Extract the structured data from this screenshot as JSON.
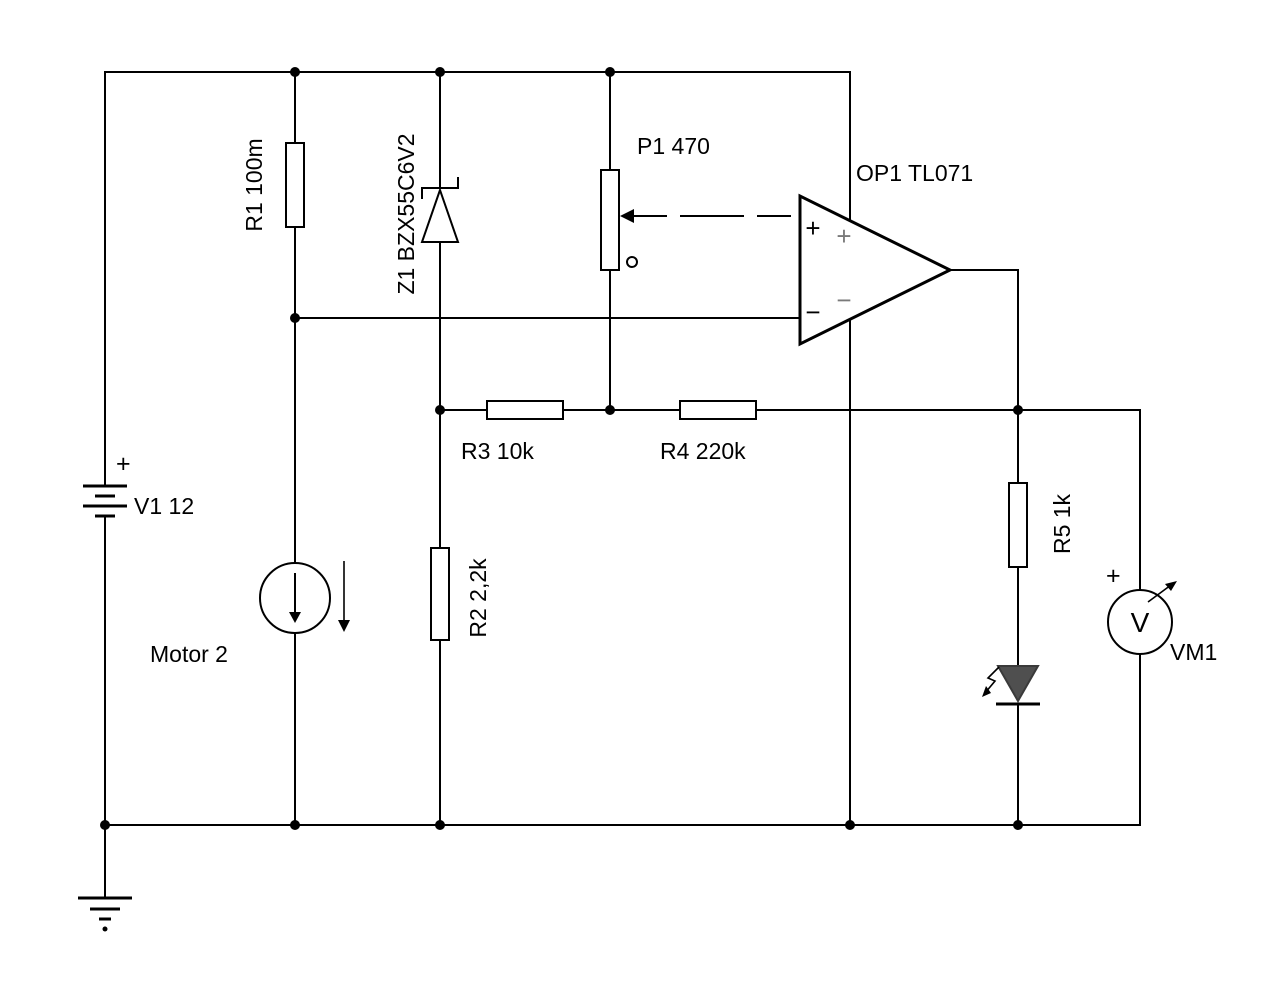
{
  "schematic": {
    "colors": {
      "background": "#ffffff",
      "wire": "#000000",
      "led_fill": "#4f4f4f",
      "supply_mark": "#7a7a7a"
    },
    "labels": {
      "v1": "V1 12",
      "v1_plus": "+",
      "r1": "R1 100m",
      "z1": "Z1 BZX55C6V2",
      "p1": "P1 470",
      "op1": "OP1 TL071",
      "op1_in_plus": "+",
      "op1_sup_plus": "+",
      "op1_in_minus": "−",
      "op1_sup_minus": "−",
      "r2": "R2 2,2k",
      "r3": "R3 10k",
      "r4": "R4 220k",
      "r5": "R5 1k",
      "motor": "Motor 2",
      "vm1": "VM1",
      "vm1_plus": "+",
      "vm1_dial": "V"
    }
  }
}
